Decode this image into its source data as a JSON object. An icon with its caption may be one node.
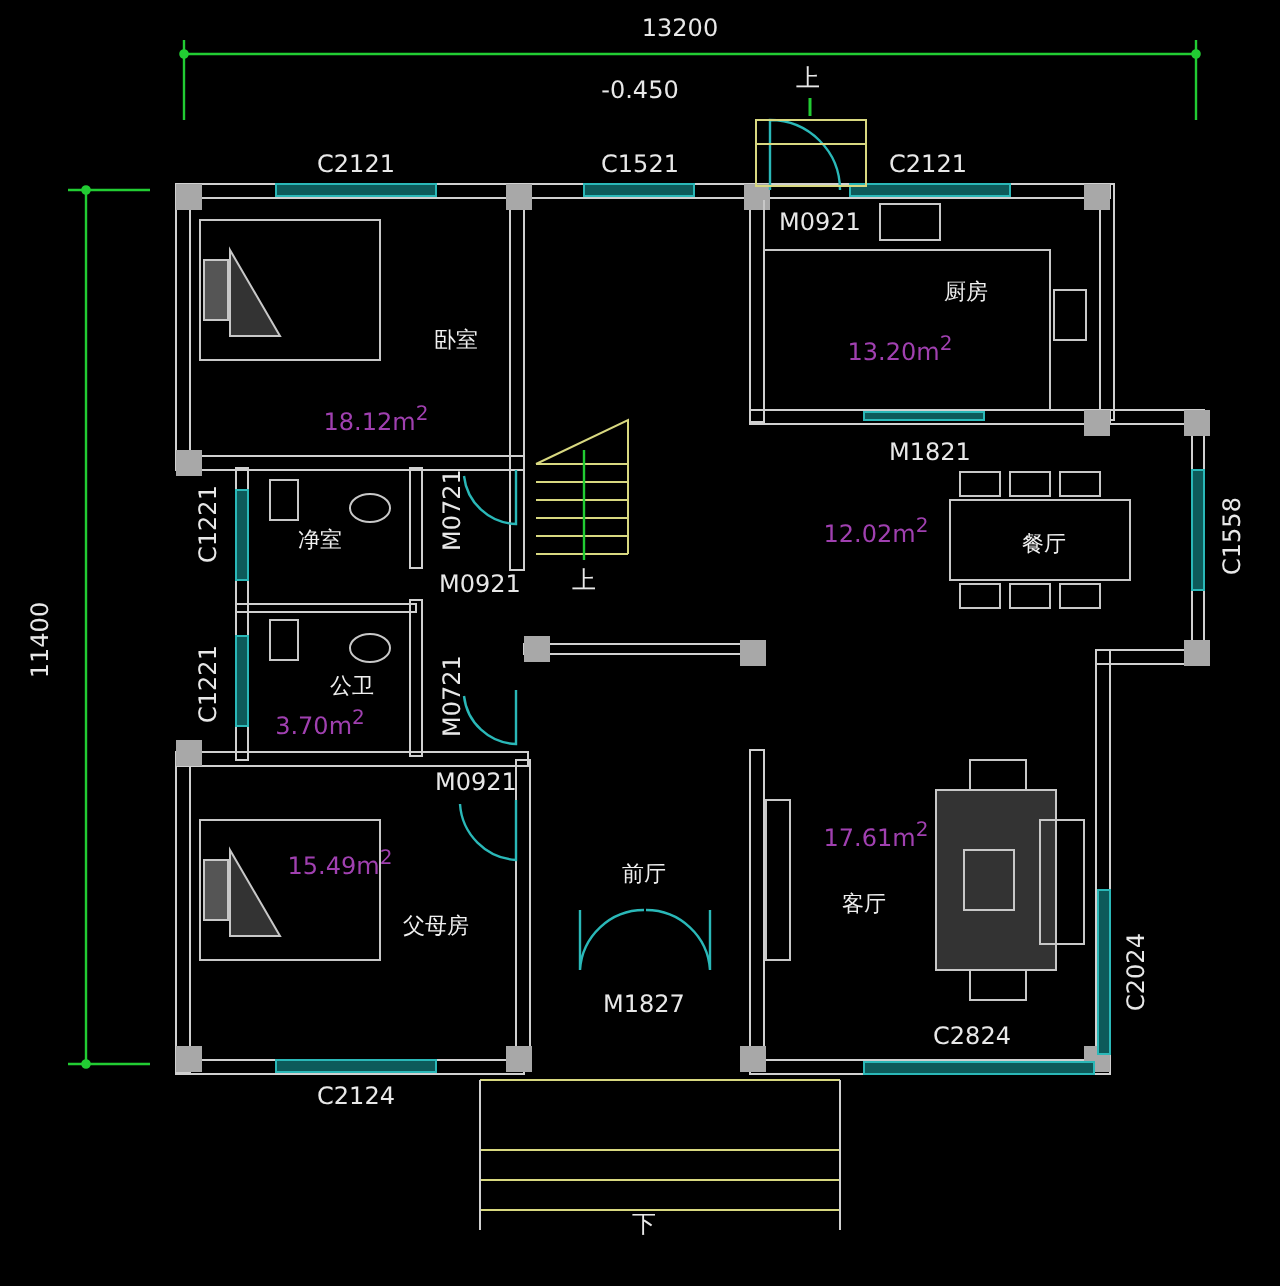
{
  "diagram": {
    "nodes": [
      {
        "text": [
          "卧室",
          "18.12m$^{2}$"
        ]
      },
      {
        "text": [
          "净室"
        ]
      },
      {
        "text": [
          "公卫",
          "3.70m$^{2}$"
        ]
      },
      {
        "text": [
          "15.49m$^{2}$",
          "父母房"
        ]
      },
      {
        "text": [
          "厨房",
          "13.20m$^{2}$"
        ]
      },
      {
        "text": [
          "餐厅",
          "12.02m$^{2}$"
        ]
      },
      {
        "text": [
          "前厅"
        ]
      },
      {
        "text": [
          "17.61m$^{2}$",
          "客厅"
        ]
      }
    ],
    "labels": [
      "13200",
      "上",
      "-0.450",
      "C2121",
      "C1521",
      "C2121",
      "M0921",
      "C1221",
      "M0721",
      "M0921",
      "上",
      "M1821",
      "C1558",
      "C1221",
      "M0721",
      "M0921",
      "M1827",
      "C2024",
      "C2824",
      "C2124",
      "下",
      "11400"
    ]
  }
}
